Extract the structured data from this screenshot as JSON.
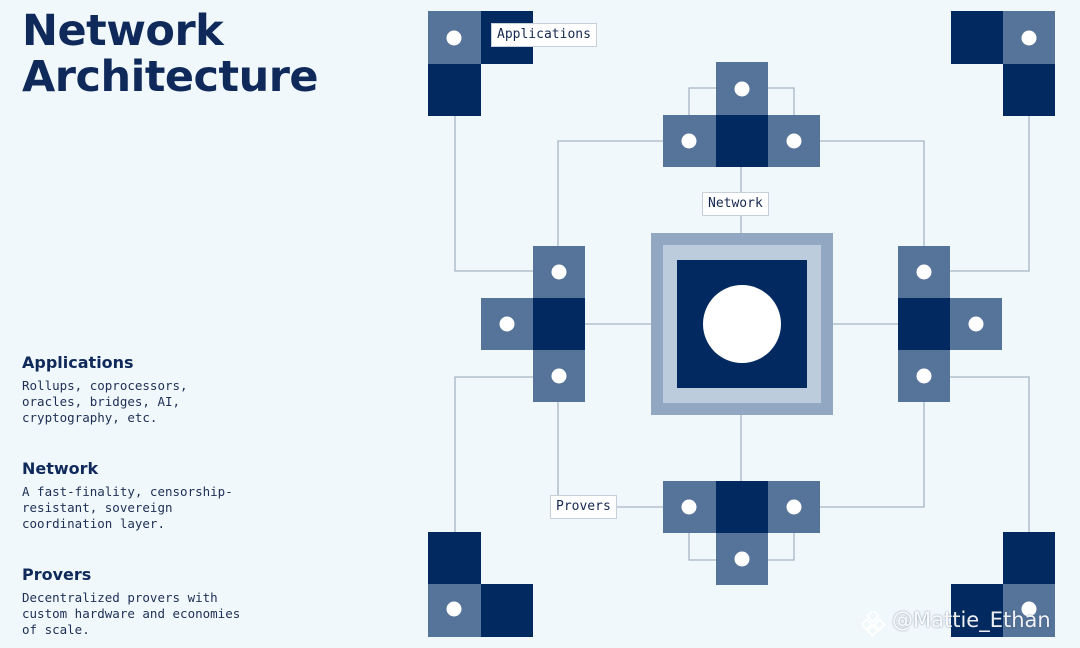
{
  "title": {
    "line1": "Network",
    "line2": "Architecture"
  },
  "sections": [
    {
      "heading": "Applications",
      "body": "Rollups, coprocessors,\noracles, bridges, AI,\ncryptography, etc."
    },
    {
      "heading": "Network",
      "body": "A fast-finality, censorship-\nresistant, sovereign\ncoordination layer."
    },
    {
      "heading": "Provers",
      "body": "Decentralized provers with\ncustom hardware and economies\nof scale."
    }
  ],
  "diagram_labels": {
    "applications": "Applications",
    "network": "Network",
    "provers": "Provers"
  },
  "watermark": "@Mattie_Ethan",
  "colors": {
    "background": "#f1f8fb",
    "dark_block": "#022a60",
    "mid_block": "#567499",
    "light_block": "#92a8c2",
    "connector": "#a6b4c4"
  }
}
